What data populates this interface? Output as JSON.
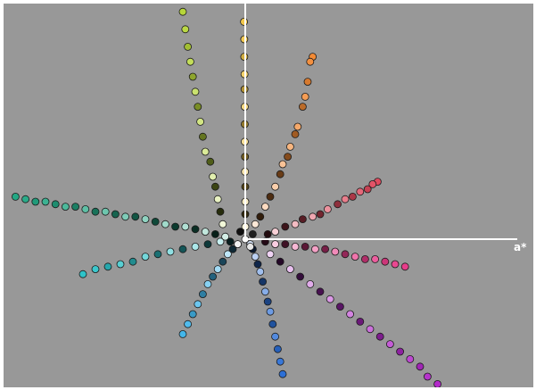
{
  "chart_data": {
    "type": "scatter",
    "title": "",
    "axis_label_a": "a*",
    "axis_label_b": "",
    "grid": false,
    "legend": "none",
    "background_color": "#989898",
    "axis_color": "#ffffff",
    "xlim": [
      -100,
      125
    ],
    "ylim": [
      -60,
      100
    ],
    "series": [
      {
        "hue": "yellow-green",
        "color": "#b7d63a",
        "x": [
          -25,
          -24,
          -23,
          -22,
          -21,
          -20,
          -19,
          -18,
          -17,
          -16,
          -14,
          -13,
          -12,
          -11,
          -10,
          -9
        ],
        "y": [
          91,
          84,
          77,
          71,
          65,
          59,
          53,
          47,
          41,
          35,
          31,
          25,
          21,
          16,
          11,
          6
        ]
      },
      {
        "hue": "yellow",
        "color": "#f2c84b",
        "x": [
          -0.5,
          -0.4,
          -0.4,
          -0.3,
          -0.3,
          -0.2,
          -0.2,
          -0.2,
          -0.1,
          -0.1,
          0,
          0,
          0,
          0
        ],
        "y": [
          87,
          80,
          73,
          66,
          60,
          53,
          46,
          39,
          33,
          27,
          21,
          15,
          10,
          5
        ]
      },
      {
        "hue": "orange",
        "color": "#f28a35",
        "x": [
          27,
          26,
          25,
          24,
          23,
          21,
          20,
          18,
          17,
          15,
          14,
          12,
          10,
          8,
          6,
          4
        ],
        "y": [
          73,
          71,
          63,
          57,
          53,
          45,
          42,
          37,
          33,
          30,
          26,
          21,
          17,
          13,
          9,
          6
        ]
      },
      {
        "hue": "red",
        "color": "#e04a5e",
        "x": [
          53,
          51,
          49,
          46,
          43,
          40,
          37,
          33,
          30,
          27,
          23,
          20,
          16,
          12,
          9
        ],
        "y": [
          23,
          22,
          20,
          19,
          17,
          16,
          14,
          12,
          10,
          9,
          8,
          6,
          5,
          3,
          2
        ]
      },
      {
        "hue": "pink",
        "color": "#e83d8a",
        "x": [
          64,
          60,
          56,
          52,
          48,
          44,
          40,
          36,
          32,
          28,
          24,
          20,
          16,
          12,
          8
        ],
        "y": [
          -11,
          -10,
          -9,
          -8,
          -8,
          -7,
          -6,
          -5,
          -4,
          -4,
          -3,
          -3,
          -2,
          -2,
          -1
        ]
      },
      {
        "hue": "magenta-purple",
        "color": "#b22ac9",
        "x": [
          77,
          73,
          70,
          66,
          62,
          58,
          54,
          50,
          46,
          42,
          38,
          34,
          30,
          26,
          22,
          18,
          14,
          10
        ],
        "y": [
          -58,
          -55,
          -51,
          -48,
          -45,
          -42,
          -39,
          -36,
          -33,
          -30,
          -27,
          -24,
          -21,
          -18,
          -15,
          -12,
          -9,
          -6
        ]
      },
      {
        "hue": "blue",
        "color": "#2c6fd6",
        "x": [
          15,
          14,
          13,
          12,
          11,
          10,
          9,
          8,
          7,
          6,
          5,
          4,
          3,
          2
        ],
        "y": [
          -54,
          -49,
          -44,
          -39,
          -34,
          -29,
          -25,
          -21,
          -17,
          -13,
          -10,
          -7,
          -4,
          -2
        ]
      },
      {
        "hue": "sky-blue",
        "color": "#43b6ea",
        "x": [
          -25,
          -23,
          -21,
          -19,
          -17,
          -15,
          -13,
          -11,
          -9,
          -7,
          -5,
          -3
        ],
        "y": [
          -38,
          -34,
          -30,
          -26,
          -22,
          -18,
          -15,
          -12,
          -9,
          -6,
          -4,
          -2
        ]
      },
      {
        "hue": "cyan",
        "color": "#2ec3c8",
        "x": [
          -65,
          -60,
          -55,
          -50,
          -45,
          -40,
          -35,
          -30,
          -25,
          -20,
          -15,
          -10,
          -6
        ],
        "y": [
          -14,
          -12,
          -11,
          -10,
          -9,
          -7,
          -6,
          -5,
          -4,
          -3,
          -2,
          -1,
          -1
        ]
      },
      {
        "hue": "green-teal",
        "color": "#23a884",
        "x": [
          -92,
          -88,
          -84,
          -80,
          -76,
          -72,
          -68,
          -64,
          -60,
          -56,
          -52,
          -48,
          -44,
          -40,
          -36,
          -32,
          -28,
          -24,
          -20,
          -16,
          -12,
          -8
        ],
        "y": [
          17,
          16,
          15,
          15,
          14,
          13,
          13,
          12,
          11,
          11,
          10,
          9,
          9,
          8,
          7,
          6,
          5,
          5,
          4,
          3,
          2,
          1
        ]
      }
    ]
  }
}
